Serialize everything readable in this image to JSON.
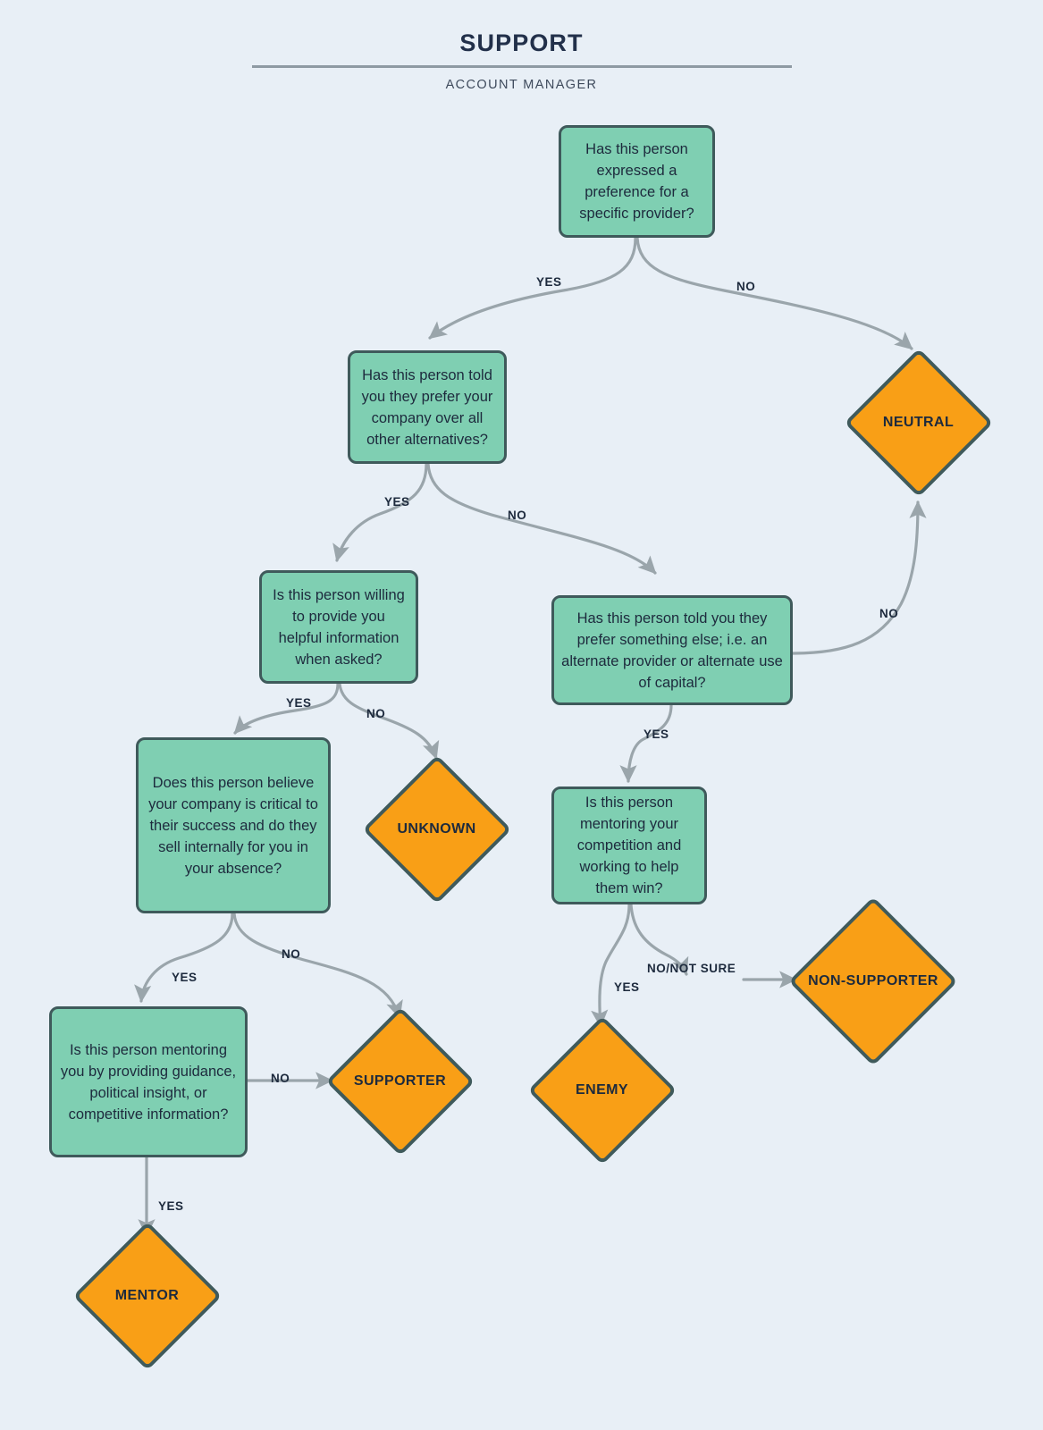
{
  "header": {
    "title": "SUPPORT",
    "subtitle": "ACCOUNT MANAGER"
  },
  "colors": {
    "background": "#e8eff6",
    "question_fill": "#7fcfb2",
    "outcome_fill": "#f99f16",
    "node_border": "#3f5a5b",
    "connector": "#9aa5ab",
    "text_dark": "#1d2a3d",
    "rule": "#8e9aa3"
  },
  "chart_data": {
    "type": "flowchart",
    "title": "SUPPORT",
    "subtitle": "ACCOUNT MANAGER",
    "nodes": [
      {
        "id": "q1",
        "kind": "question",
        "text": "Has this person expressed a preference for a specific provider?"
      },
      {
        "id": "q2",
        "kind": "question",
        "text": "Has this person told you they prefer your company over all other alternatives?"
      },
      {
        "id": "q3",
        "kind": "question",
        "text": "Is this person willing to provide you helpful information when asked?"
      },
      {
        "id": "q4",
        "kind": "question",
        "text": "Has this person told you they prefer something else; i.e. an alternate provider or alternate use of capital?"
      },
      {
        "id": "q5",
        "kind": "question",
        "text": "Does this person believe your company is critical to their success and do they sell internally for you in your absence?"
      },
      {
        "id": "q6",
        "kind": "question",
        "text": "Is this person mentoring your competition and working to help them win?"
      },
      {
        "id": "q7",
        "kind": "question",
        "text": "Is this person mentoring you by providing guidance, political insight, or competitive information?"
      },
      {
        "id": "o_neutral",
        "kind": "outcome",
        "text": "NEUTRAL"
      },
      {
        "id": "o_unknown",
        "kind": "outcome",
        "text": "UNKNOWN"
      },
      {
        "id": "o_nonsupporter",
        "kind": "outcome",
        "text": "NON-SUPPORTER"
      },
      {
        "id": "o_supporter",
        "kind": "outcome",
        "text": "SUPPORTER"
      },
      {
        "id": "o_enemy",
        "kind": "outcome",
        "text": "ENEMY"
      },
      {
        "id": "o_mentor",
        "kind": "outcome",
        "text": "MENTOR"
      }
    ],
    "edges": [
      {
        "from": "q1",
        "to": "q2",
        "label": "YES"
      },
      {
        "from": "q1",
        "to": "o_neutral",
        "label": "NO"
      },
      {
        "from": "q2",
        "to": "q3",
        "label": "YES"
      },
      {
        "from": "q2",
        "to": "q4",
        "label": "NO"
      },
      {
        "from": "q3",
        "to": "q5",
        "label": "YES"
      },
      {
        "from": "q3",
        "to": "o_unknown",
        "label": "NO"
      },
      {
        "from": "q4",
        "to": "q6",
        "label": "YES"
      },
      {
        "from": "q4",
        "to": "o_neutral",
        "label": "NO"
      },
      {
        "from": "q5",
        "to": "q7",
        "label": "YES"
      },
      {
        "from": "q5",
        "to": "o_supporter",
        "label": "NO"
      },
      {
        "from": "q6",
        "to": "o_enemy",
        "label": "YES"
      },
      {
        "from": "q6",
        "to": "o_nonsupporter",
        "label": "NO/NOT SURE"
      },
      {
        "from": "q7",
        "to": "o_supporter",
        "label": "NO"
      },
      {
        "from": "q7",
        "to": "o_mentor",
        "label": "YES"
      }
    ]
  },
  "nodes": {
    "q1": {
      "text": "Has this person expressed a preference for a specific provider?"
    },
    "q2": {
      "text": "Has this person told you they prefer your company over all other alternatives?"
    },
    "q3": {
      "text": "Is this person willing to provide you helpful information when asked?"
    },
    "q4": {
      "text": "Has this person told you they prefer something else; i.e. an alternate provider or alternate use of capital?"
    },
    "q5": {
      "text": "Does this person believe your company is critical to their success and do they sell internally for you in your absence?"
    },
    "q6": {
      "text": "Is this person mentoring your competition and working to help them win?"
    },
    "q7": {
      "text": "Is this person mentoring you by providing guidance, political insight, or competitive information?"
    },
    "o_neutral": {
      "text": "NEUTRAL"
    },
    "o_unknown": {
      "text": "UNKNOWN"
    },
    "o_nonsupporter": {
      "text": "NON-SUPPORTER"
    },
    "o_supporter": {
      "text": "SUPPORTER"
    },
    "o_enemy": {
      "text": "ENEMY"
    },
    "o_mentor": {
      "text": "MENTOR"
    }
  },
  "edge_labels": {
    "q1_yes": "YES",
    "q1_no": "NO",
    "q2_yes": "YES",
    "q2_no": "NO",
    "q3_yes": "YES",
    "q3_no": "NO",
    "q4_yes": "YES",
    "q4_no": "NO",
    "q5_yes": "YES",
    "q5_no": "NO",
    "q6_yes": "YES",
    "q6_no": "NO/NOT SURE",
    "q7_no": "NO",
    "q7_yes": "YES"
  }
}
